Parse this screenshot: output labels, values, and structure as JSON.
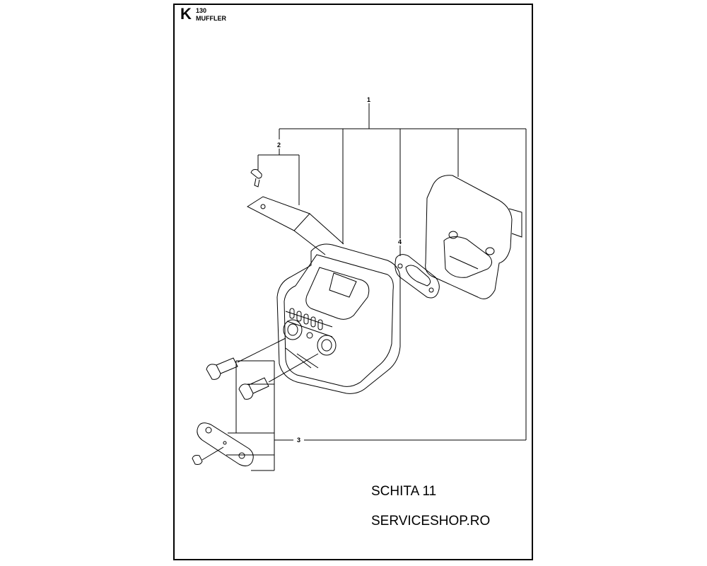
{
  "header": {
    "section_letter": "K",
    "section_number": "130",
    "section_title": "MUFFLER"
  },
  "callouts": [
    {
      "id": "1",
      "label": "1"
    },
    {
      "id": "2",
      "label": "2"
    },
    {
      "id": "3",
      "label": "3"
    },
    {
      "id": "4",
      "label": "4"
    }
  ],
  "notes": {
    "sheet": "SCHITA 11",
    "shop": "SERVICESHOP.RO"
  }
}
